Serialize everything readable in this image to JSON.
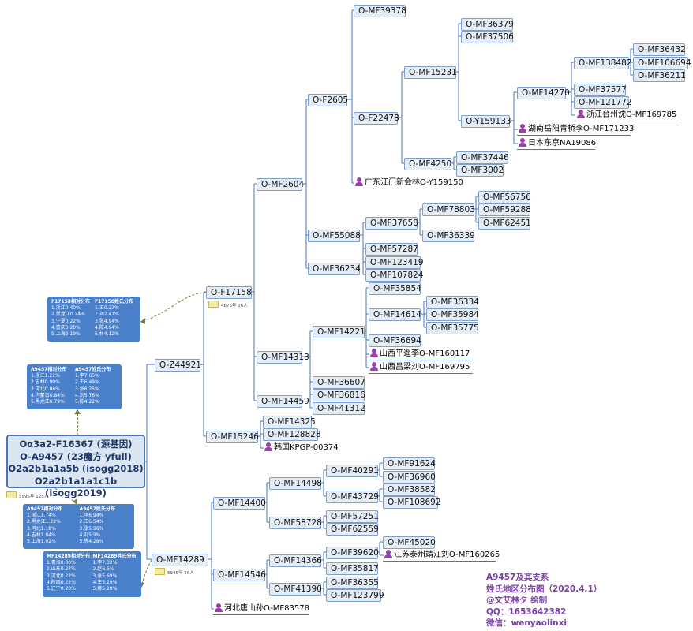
{
  "root_lines": [
    "Oα3a2-F16367 (源基因)",
    "O-A9457 (23魔方 yfull)",
    "O2a2b1a1a5b (isogg2018)",
    "O2a2b1a1a1c1b (isogg2019)"
  ],
  "colors": {
    "node_fill": "#e4ecf6",
    "node_border": "#7f9fca",
    "line": "#4a74b8",
    "note_fill": "#4a80c9",
    "person": "#9b3fb0",
    "credit": "#7a3fa6"
  },
  "nodes": [
    {
      "id": "z44921",
      "label": "O-Z44921"
    },
    {
      "id": "f17158",
      "label": "O-F17158"
    },
    {
      "id": "mf2604",
      "label": "O-MF2604"
    },
    {
      "id": "f2605",
      "label": "O-F2605"
    },
    {
      "id": "mf39378",
      "label": "O-MF39378"
    },
    {
      "id": "f22478",
      "label": "O-F22478"
    },
    {
      "id": "mf15231",
      "label": "O-MF15231"
    },
    {
      "id": "mf36379",
      "label": "O-MF36379"
    },
    {
      "id": "mf37506",
      "label": "O-MF37506"
    },
    {
      "id": "y159133",
      "label": "O-Y159133"
    },
    {
      "id": "mf14270",
      "label": "O-MF14270"
    },
    {
      "id": "mf138482",
      "label": "O-MF138482"
    },
    {
      "id": "mf36432",
      "label": "O-MF36432"
    },
    {
      "id": "mf106694",
      "label": "O-MF106694"
    },
    {
      "id": "mf36211",
      "label": "O-MF36211"
    },
    {
      "id": "mf37577",
      "label": "O-MF37577"
    },
    {
      "id": "mf121772",
      "label": "O-MF121772"
    },
    {
      "id": "mf4250",
      "label": "O-MF4250"
    },
    {
      "id": "mf37446",
      "label": "O-MF37446"
    },
    {
      "id": "mf3002",
      "label": "O-MF3002"
    },
    {
      "id": "mf55088",
      "label": "O-MF55088"
    },
    {
      "id": "mf37658",
      "label": "O-MF37658"
    },
    {
      "id": "mf78803",
      "label": "O-MF78803"
    },
    {
      "id": "mf56756",
      "label": "O-MF56756"
    },
    {
      "id": "mf59288",
      "label": "O-MF59288"
    },
    {
      "id": "mf62451",
      "label": "O-MF62451"
    },
    {
      "id": "mf36339",
      "label": "O-MF36339"
    },
    {
      "id": "mf57287",
      "label": "O-MF57287"
    },
    {
      "id": "mf36234",
      "label": "O-MF36234"
    },
    {
      "id": "mf123419",
      "label": "O-MF123419"
    },
    {
      "id": "mf107824",
      "label": "O-MF107824"
    },
    {
      "id": "mf14313",
      "label": "O-MF14313"
    },
    {
      "id": "mf14221",
      "label": "O-MF14221"
    },
    {
      "id": "mf35854",
      "label": "O-MF35854"
    },
    {
      "id": "mf14614",
      "label": "O-MF14614"
    },
    {
      "id": "mf36334",
      "label": "O-MF36334"
    },
    {
      "id": "mf35984",
      "label": "O-MF35984"
    },
    {
      "id": "mf35775",
      "label": "O-MF35775"
    },
    {
      "id": "mf36694",
      "label": "O-MF36694"
    },
    {
      "id": "mf36607",
      "label": "O-MF36607"
    },
    {
      "id": "mf14459",
      "label": "O-MF14459"
    },
    {
      "id": "mf36816",
      "label": "O-MF36816"
    },
    {
      "id": "mf41312",
      "label": "O-MF41312"
    },
    {
      "id": "mf15246",
      "label": "O-MF15246"
    },
    {
      "id": "mf14325",
      "label": "O-MF14325"
    },
    {
      "id": "mf128828",
      "label": "O-MF128828"
    },
    {
      "id": "mf14289",
      "label": "O-MF14289"
    },
    {
      "id": "mf14400",
      "label": "O-MF14400"
    },
    {
      "id": "mf14498",
      "label": "O-MF14498"
    },
    {
      "id": "mf40291",
      "label": "O-MF40291"
    },
    {
      "id": "mf91624",
      "label": "O-MF91624"
    },
    {
      "id": "mf36960",
      "label": "O-MF36960"
    },
    {
      "id": "mf43729",
      "label": "O-MF43729"
    },
    {
      "id": "mf38582",
      "label": "O-MF38582"
    },
    {
      "id": "mf108692",
      "label": "O-MF108692"
    },
    {
      "id": "mf58728",
      "label": "O-MF58728"
    },
    {
      "id": "mf57251",
      "label": "O-MF57251"
    },
    {
      "id": "mf62559",
      "label": "O-MF62559"
    },
    {
      "id": "mf14546",
      "label": "O-MF14546"
    },
    {
      "id": "mf14366",
      "label": "O-MF14366"
    },
    {
      "id": "mf39620",
      "label": "O-MF39620"
    },
    {
      "id": "mf45020",
      "label": "O-MF45020"
    },
    {
      "id": "mf35817",
      "label": "O-MF35817"
    },
    {
      "id": "mf41390",
      "label": "O-MF41390"
    },
    {
      "id": "mf36355",
      "label": "O-MF36355"
    },
    {
      "id": "mf123799",
      "label": "O-MF123799"
    }
  ],
  "samples": [
    {
      "id": "s_zj_taizhou",
      "label": "浙江台州沈O-MF169785"
    },
    {
      "id": "s_hn_yueyang",
      "label": "湖南岳阳青桥李O-MF171233"
    },
    {
      "id": "s_jp_tokyo",
      "label": "日本东京NA19086"
    },
    {
      "id": "s_gd_jiangmen",
      "label": "广东江门新会林O-Y159150"
    },
    {
      "id": "s_sx_pingyao",
      "label": "山西平遥李O-MF160117"
    },
    {
      "id": "s_sx_lvliang",
      "label": "山西吕梁刘O-MF169795"
    },
    {
      "id": "s_kr",
      "label": "韩国KPGP-00374"
    },
    {
      "id": "s_js_taizhou",
      "label": "江苏泰州靖江刘O-MF160265"
    },
    {
      "id": "s_hb_tangshan",
      "label": "河北唐山孙O-MF83578"
    }
  ],
  "tags": [
    {
      "id": "tag_f17158",
      "text": "4675年 26人"
    },
    {
      "id": "tag_root",
      "text": "5995年 125人"
    },
    {
      "id": "tag_mf14289",
      "text": "5945年 26人"
    }
  ],
  "notes": [
    {
      "id": "note_f17158",
      "headers": [
        "F17158相对分布",
        "F17158姓氏分布"
      ],
      "rows": [
        [
          "1.浙江0.40%",
          "1.王0.23%"
        ],
        [
          "2.黑龙江0.24%",
          "2.刘7.41%"
        ],
        [
          "3.宁夏0.22%",
          "3.张4.94%"
        ],
        [
          "4.重庆0.20%",
          "4.陈4.94%"
        ],
        [
          "5.上海0.19%",
          "5.林4.12%"
        ]
      ]
    },
    {
      "id": "note_a9457",
      "headers": [
        "A9457相对分布",
        "A9457姓氏分布"
      ],
      "rows": [
        [
          "1.浙江1.22%",
          "1.李7.65%"
        ],
        [
          "2.吉林0.90%",
          "2.王6.49%"
        ],
        [
          "3.河北0.86%",
          "3.张6.25%"
        ],
        [
          "4.内蒙古0.84%",
          "4.刘5.76%"
        ],
        [
          "5.黑龙江0.79%",
          "5.陈4.22%"
        ]
      ]
    },
    {
      "id": "note_a9457b",
      "headers": [
        "A9457相对分布",
        "A9457姓氏分布"
      ],
      "rows": [
        [
          "1.浙江1.74%",
          "1.李6.94%"
        ],
        [
          "2.黑龙江1.22%",
          "2.王6.54%"
        ],
        [
          "3.河北1.18%",
          "3.张5.96%"
        ],
        [
          "4.吉林1.04%",
          "4.刘5.9%"
        ],
        [
          "5.上海1.02%",
          "5.陈4.28%"
        ]
      ]
    },
    {
      "id": "note_mf14289",
      "headers": [
        "MF14289相对分布",
        "MF14289姓氏分布"
      ],
      "rows": [
        [
          "1.青海0.30%",
          "1.李7.32%"
        ],
        [
          "2.山东0.27%",
          "2.赵6.5%"
        ],
        [
          "3.河北0.22%",
          "3.张5.69%"
        ],
        [
          "4.陕西0.22%",
          "4.王5.29%"
        ],
        [
          "5.辽宁0.20%",
          "5.蒋5.20%"
        ]
      ]
    }
  ],
  "credits": [
    "A9457及其支系",
    "姓氏地区分布图（2020.4.1）",
    "@文艾林夕   绘制",
    "QQ：1653642382",
    "微信：wenyaolinxi"
  ]
}
